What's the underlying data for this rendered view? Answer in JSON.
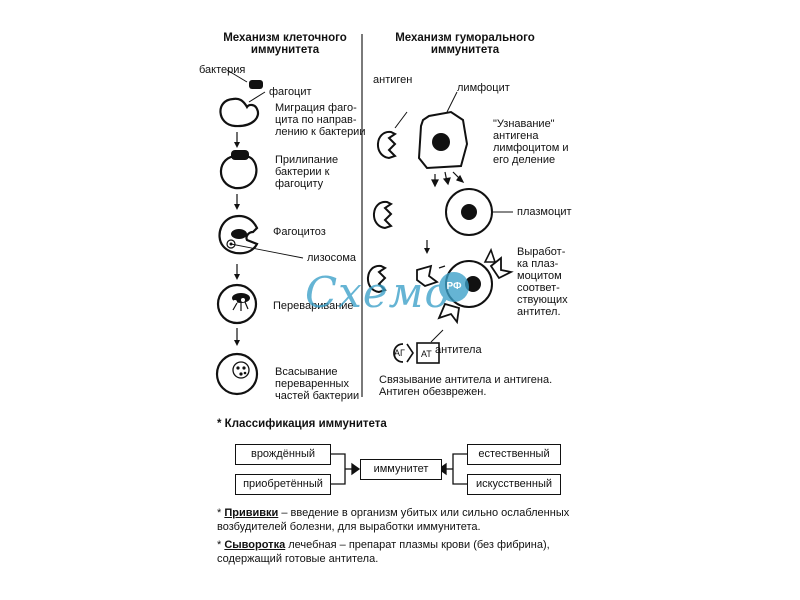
{
  "cellular": {
    "title": "Механизм клеточного\nиммунитета",
    "label_bacterium": "бактерия",
    "label_phagocyte": "фагоцит",
    "step1": "Миграция фаго-\nцита по направ-\nлению к бактерии",
    "step2": "Прилипание\nбактерии к\nфагоциту",
    "step3": "Фагоцитоз",
    "label_lysosome": "лизосома",
    "step4": "Переваривание",
    "step5": "Всасывание\nпереваренных\nчастей бактерии"
  },
  "humoral": {
    "title": "Механизм гуморального\nиммунитета",
    "label_antigen": "антиген",
    "label_lymphocyte": "лимфоцит",
    "recognition": "\"Узнавание\"\nантигена\nлимфоцитом и\nего деление",
    "label_plasmocyte": "плазмоцит",
    "production": "Выработ-\nка плаз-\nмоцитом\nсоответ-\nствующих\nантител.",
    "label_antibodies": "антитела",
    "ag": "АГ",
    "at": "АТ",
    "binding": "Связывание антитела и антигена.\nАнтиген обезврежен."
  },
  "classification": {
    "title": "* Классификация иммунитета",
    "innate": "врождённый",
    "acquired": "приобретённый",
    "immunity": "иммунитет",
    "natural": "естественный",
    "artificial": "искусственный"
  },
  "notes": {
    "vacc_star": "* ",
    "vacc_term": "Прививки",
    "vacc_text": " – введение в организм убитых или сильно ослабленных возбудителей болезни, для выработки иммунитета.",
    "serum_star": "* ",
    "serum_term": "Сыворотка",
    "serum_text": " лечебная – препарат плазмы крови (без фибрина), содержащий готовые антитела."
  },
  "watermark": {
    "text": "Схемо",
    "badge": "РФ",
    "color": "#3aa0c8"
  }
}
